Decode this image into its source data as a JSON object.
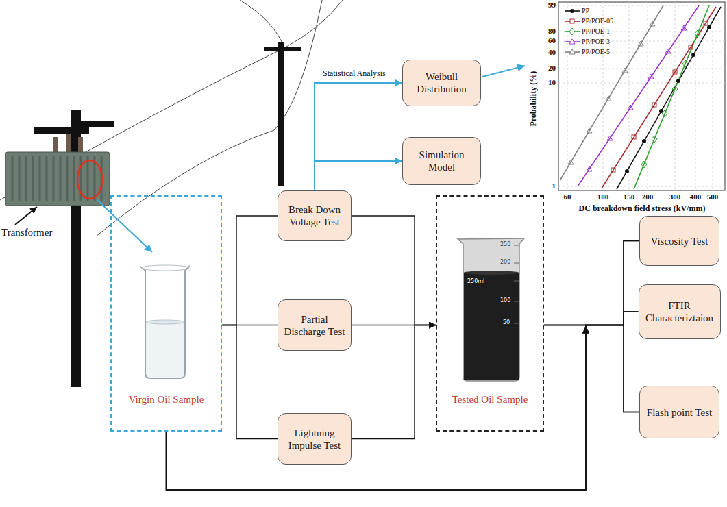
{
  "diagram": {
    "nodes": [
      {
        "text": [
          "Virgin Oil Sample"
        ]
      },
      {
        "text": [
          "Break Down Voltage Test"
        ]
      },
      {
        "text": [
          "Partial Discharge Test"
        ]
      },
      {
        "text": [
          "Lightning Impulse Test"
        ]
      },
      {
        "text": [
          "Tested Oil Sample"
        ]
      },
      {
        "text": [
          "Weibull Distribution"
        ]
      },
      {
        "text": [
          "Simulation Model"
        ]
      },
      {
        "text": [
          "Viscosity Test"
        ]
      },
      {
        "text": [
          "FTIR Characteriztaion"
        ]
      },
      {
        "text": [
          "Flash point Test"
        ]
      }
    ],
    "edges": [
      {
        "from": 0,
        "to": 1,
        "arrow": "none"
      },
      {
        "from": 0,
        "to": 2,
        "arrow": "none"
      },
      {
        "from": 0,
        "to": 3,
        "arrow": "none"
      },
      {
        "from": 1,
        "to": 4,
        "arrow": "to"
      },
      {
        "from": 2,
        "to": 4,
        "arrow": "to"
      },
      {
        "from": 3,
        "to": 4,
        "arrow": "to"
      },
      {
        "from": 1,
        "to": 5,
        "label": "Statistical Analysis",
        "arrow": "to"
      },
      {
        "from": 1,
        "to": 6,
        "arrow": "to"
      },
      {
        "from": 4,
        "to": 7,
        "arrow": "none"
      },
      {
        "from": 4,
        "to": 8,
        "arrow": "none"
      },
      {
        "from": 4,
        "to": 9,
        "arrow": "none"
      },
      {
        "from": 0,
        "to": 7,
        "arrow": "to"
      },
      {
        "from": 0,
        "to": 8,
        "arrow": "to"
      },
      {
        "from": 0,
        "to": 9,
        "arrow": "to"
      }
    ],
    "labels": [
      "Transformer",
      "250",
      "200",
      "250ml",
      "100",
      "50",
      "99",
      "80",
      "60",
      "40",
      "20",
      "10",
      "1",
      "Probability (%)",
      "60",
      "100",
      "150",
      "200",
      "300",
      "400",
      "500",
      "DC breakdown field stress (kV/mm)"
    ],
    "legend": [
      {
        "text": "PP"
      },
      {
        "text": "PP/POE-05"
      },
      {
        "text": "PP/POE-1"
      },
      {
        "text": "PP/POE-3"
      },
      {
        "text": "PP/POE-5"
      }
    ]
  }
}
